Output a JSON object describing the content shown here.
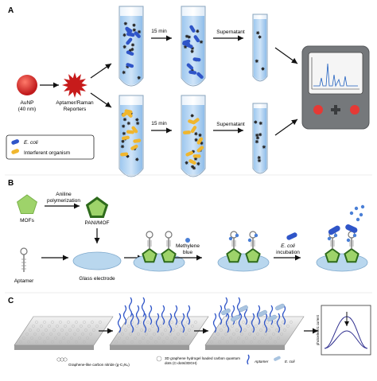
{
  "panel_a": {
    "label": "A",
    "aunp_label_line1": "AuNP",
    "aunp_label_line2": "(40 nm)",
    "reporter_label_line1": "Aptamer/Raman",
    "reporter_label_line2": "Reporters",
    "time_top": "15 min",
    "time_bottom": "15 min",
    "supernatant_top": "Supernatant",
    "supernatant_bottom": "Supernatant",
    "legend_ecoli": "E. coli",
    "legend_interferent": "Interferent organism"
  },
  "panel_b": {
    "label": "B",
    "mofs": "MOFs",
    "polymerization_line1": "Aniline",
    "polymerization_line2": "polymerization",
    "pani_mof": "PANI/MOF",
    "aptamer": "Aptamer",
    "glass_electrode": "Glass electrode",
    "methylene_line1": "Methylene",
    "methylene_line2": "blue",
    "incubation_line1": "E. coli",
    "incubation_line2": "incubation"
  },
  "panel_c": {
    "label": "C",
    "legend_gcn": "Graphene-like carbon nitride (g-C₃N₄)",
    "legend_3dgh_line1": "3D graphene hydrogel loaded carbon quantum",
    "legend_3dgh_line2": "dots (C-dots/3DGH)",
    "legend_aptamer": "Aptamer",
    "legend_ecoli": "E. coli",
    "yaxis": "photoelectric current"
  },
  "colors": {
    "gold_np": "#d32f2f",
    "ecoli": "#2f55c8",
    "interferent": "#f0b62e",
    "pentagon": "#8dc63f",
    "disk": "#a9cde8",
    "device": "#7a7d80",
    "mb_dot": "#4a7fd6"
  }
}
